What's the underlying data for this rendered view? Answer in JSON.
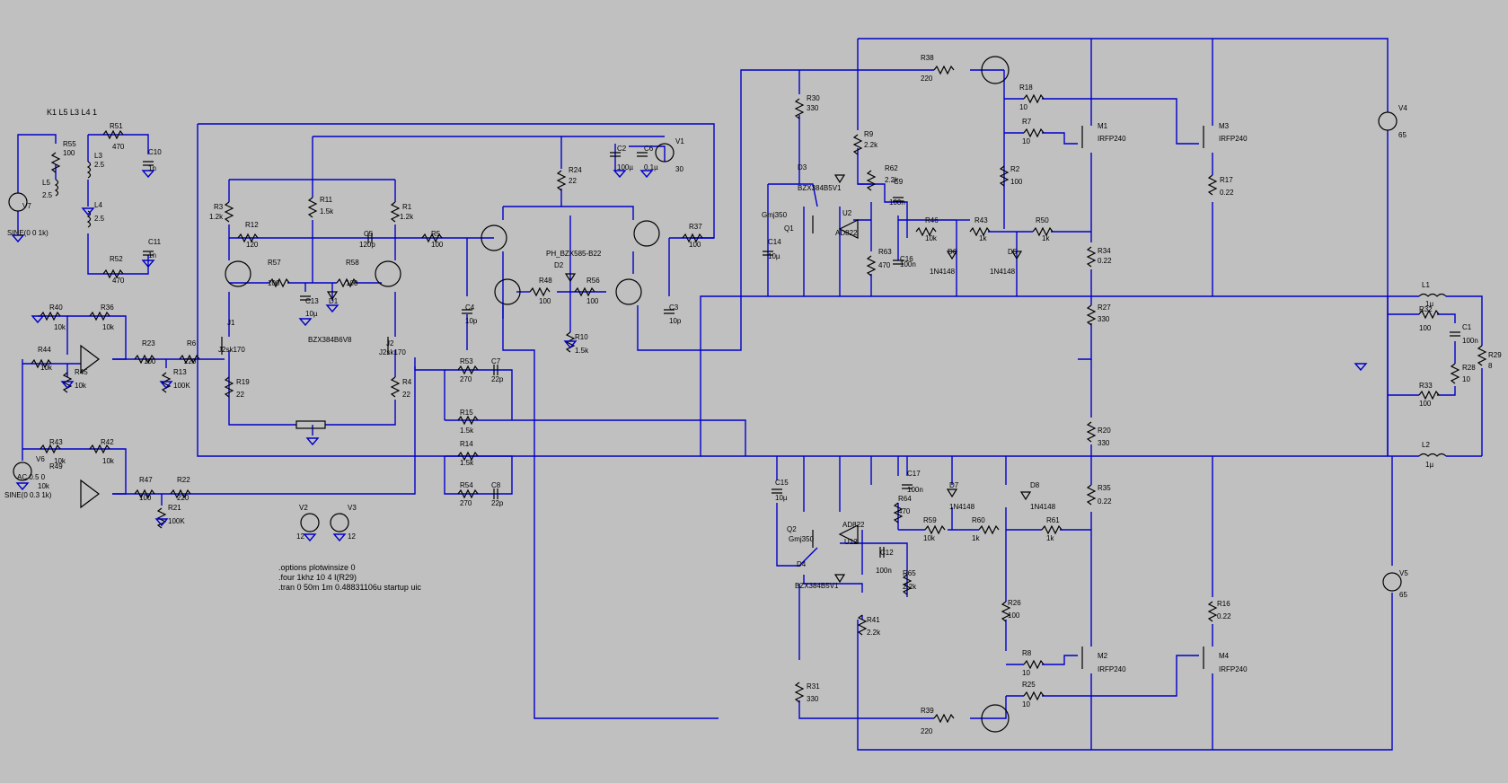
{
  "directives": {
    "coupling": "K1 L5 L3 L4 1",
    "options": ".options plotwinsize 0",
    "four": ".four 1khz 10 4 I(R29)",
    "tran": ".tran 0 50m 1m 0.48831106u startup uic"
  },
  "components": {
    "R55": {
      "name": "R55",
      "value": "100"
    },
    "R51": {
      "name": "R51",
      "value": "470"
    },
    "C10": {
      "name": "C10",
      "value": "1n"
    },
    "L3": {
      "name": "L3",
      "value": "2.5"
    },
    "L5": {
      "name": "L5",
      "value": "2.5"
    },
    "L4": {
      "name": "L4",
      "value": "2.5"
    },
    "C11": {
      "name": "C11",
      "value": "1n"
    },
    "R52": {
      "name": "R52",
      "value": "470"
    },
    "V7": {
      "name": "V7",
      "value": "SINE(0 0 1k)"
    },
    "R40": {
      "name": "R40",
      "value": "10k"
    },
    "R36": {
      "name": "R36",
      "value": "10k"
    },
    "R44": {
      "name": "R44",
      "value": "10k"
    },
    "R45": {
      "name": "R45",
      "value": "10k"
    },
    "R23": {
      "name": "R23",
      "value": "100"
    },
    "R6": {
      "name": "R6",
      "value": "220"
    },
    "R13": {
      "name": "R13",
      "value": "100K"
    },
    "R43": {
      "name": "R43",
      "value": "10k"
    },
    "R42": {
      "name": "R42",
      "value": "10k"
    },
    "R49": {
      "name": "R49",
      "value": "10k"
    },
    "R47": {
      "name": "R47",
      "value": "100"
    },
    "R22": {
      "name": "R22",
      "value": "220"
    },
    "R21": {
      "name": "R21",
      "value": "100K"
    },
    "V6": {
      "name": "V6",
      "value": "SINE(0 0.3 1k)",
      "ac": "AC 0.5 0"
    },
    "R3": {
      "name": "R3",
      "value": "1.2k"
    },
    "R12": {
      "name": "R12",
      "value": "120"
    },
    "R11": {
      "name": "R11",
      "value": "1.5k"
    },
    "C5": {
      "name": "C5",
      "value": "120p"
    },
    "R1": {
      "name": "R1",
      "value": "1.2k"
    },
    "R57": {
      "name": "R57",
      "value": "100"
    },
    "R58": {
      "name": "R58",
      "value": "100"
    },
    "C13": {
      "name": "C13",
      "value": "10µ"
    },
    "D1": {
      "name": "D1",
      "value": "BZX384B6V8"
    },
    "J1": {
      "name": "J1",
      "value": "J2sk170"
    },
    "J2": {
      "name": "J2",
      "value": "J2sk170"
    },
    "R19": {
      "name": "R19",
      "value": "22"
    },
    "R4": {
      "name": "R4",
      "value": "22"
    },
    "R5": {
      "name": "R5",
      "value": "100"
    },
    "R24": {
      "name": "R24",
      "value": "22"
    },
    "C2": {
      "name": "C2",
      "value": "100µ"
    },
    "C6": {
      "name": "C6",
      "value": "0.1µ"
    },
    "V1": {
      "name": "V1",
      "value": "30"
    },
    "D2": {
      "name": "D2",
      "value": "PH_BZX585-B22"
    },
    "R48": {
      "name": "R48",
      "value": "100"
    },
    "R56": {
      "name": "R56",
      "value": "100"
    },
    "R10": {
      "name": "R10",
      "value": "1.5k"
    },
    "R37": {
      "name": "R37",
      "value": "100"
    },
    "C4": {
      "name": "C4",
      "value": "10p"
    },
    "C3": {
      "name": "C3",
      "value": "10p"
    },
    "R53": {
      "name": "R53",
      "value": "270"
    },
    "C7": {
      "name": "C7",
      "value": "22p"
    },
    "R15": {
      "name": "R15",
      "value": "1.5k"
    },
    "R14": {
      "name": "R14",
      "value": "1.5k"
    },
    "R54": {
      "name": "R54",
      "value": "270"
    },
    "C8": {
      "name": "C8",
      "value": "22p"
    },
    "V2": {
      "name": "V2",
      "value": "12"
    },
    "V3": {
      "name": "V3",
      "value": "12"
    },
    "R38": {
      "name": "R38",
      "value": "220"
    },
    "R30": {
      "name": "R30",
      "value": "330"
    },
    "R9": {
      "name": "R9",
      "value": "2.2k"
    },
    "D3": {
      "name": "D3",
      "value": "BZX384B5V1"
    },
    "R62": {
      "name": "R62",
      "value": "2.2k"
    },
    "C9": {
      "name": "C9",
      "value": "100n"
    },
    "Q1": {
      "name": "Q1",
      "value": "Gmj350"
    },
    "U2": {
      "name": "U2",
      "value": "AD822"
    },
    "C14": {
      "name": "C14",
      "value": "10µ"
    },
    "R63": {
      "name": "R63",
      "value": "470"
    },
    "C16": {
      "name": "C16",
      "value": "100n"
    },
    "R46": {
      "name": "R46",
      "value": "10k"
    },
    "R43b": {
      "name": "R43",
      "value": "1k"
    },
    "R50": {
      "name": "R50",
      "value": "1k"
    },
    "D6": {
      "name": "D6",
      "value": "1N4148"
    },
    "D5": {
      "name": "D5",
      "value": "1N4148"
    },
    "R18": {
      "name": "R18",
      "value": "10"
    },
    "R7": {
      "name": "R7",
      "value": "10"
    },
    "M1": {
      "name": "M1",
      "value": "IRFP240"
    },
    "M3": {
      "name": "M3",
      "value": "IRFP240"
    },
    "R2": {
      "name": "R2",
      "value": "100"
    },
    "R17": {
      "name": "R17",
      "value": "0.22"
    },
    "R34": {
      "name": "R34",
      "value": "0.22"
    },
    "R27": {
      "name": "R27",
      "value": "330"
    },
    "V4": {
      "name": "V4",
      "value": "65"
    },
    "L1": {
      "name": "L1",
      "value": "1µ"
    },
    "R32": {
      "name": "R32",
      "value": "100"
    },
    "C1": {
      "name": "C1",
      "value": "100n"
    },
    "R28": {
      "name": "R28",
      "value": "10"
    },
    "R29": {
      "name": "R29",
      "value": "8"
    },
    "R33": {
      "name": "R33",
      "value": "100"
    },
    "L2": {
      "name": "L2",
      "value": "1µ"
    },
    "R20": {
      "name": "R20",
      "value": "330"
    },
    "C15": {
      "name": "C15",
      "value": "10µ"
    },
    "C17": {
      "name": "C17",
      "value": "100n"
    },
    "R64": {
      "name": "R64",
      "value": "470"
    },
    "D7": {
      "name": "D7",
      "value": "1N4148"
    },
    "D8": {
      "name": "D8",
      "value": "1N4148"
    },
    "Q2": {
      "name": "Q2",
      "value": "Gmj350"
    },
    "U12": {
      "name": "U12",
      "value": "AD822"
    },
    "R59": {
      "name": "R59",
      "value": "10k"
    },
    "R60": {
      "name": "R60",
      "value": "1k"
    },
    "R61": {
      "name": "R61",
      "value": "1k"
    },
    "R35": {
      "name": "R35",
      "value": "0.22"
    },
    "C12": {
      "name": "C12",
      "value": "100n"
    },
    "D4": {
      "name": "D4",
      "value": "BZX384B5V1"
    },
    "R65": {
      "name": "R65",
      "value": "2.2k"
    },
    "R41": {
      "name": "R41",
      "value": "2.2k"
    },
    "R26": {
      "name": "R26",
      "value": "100"
    },
    "R16": {
      "name": "R16",
      "value": "0.22"
    },
    "V5": {
      "name": "V5",
      "value": "65"
    },
    "R8": {
      "name": "R8",
      "value": "10"
    },
    "M2": {
      "name": "M2",
      "value": "IRFP240"
    },
    "M4": {
      "name": "M4",
      "value": "IRFP240"
    },
    "R25": {
      "name": "R25",
      "value": "10"
    },
    "R31": {
      "name": "R31",
      "value": "330"
    },
    "R39": {
      "name": "R39",
      "value": "220"
    }
  }
}
